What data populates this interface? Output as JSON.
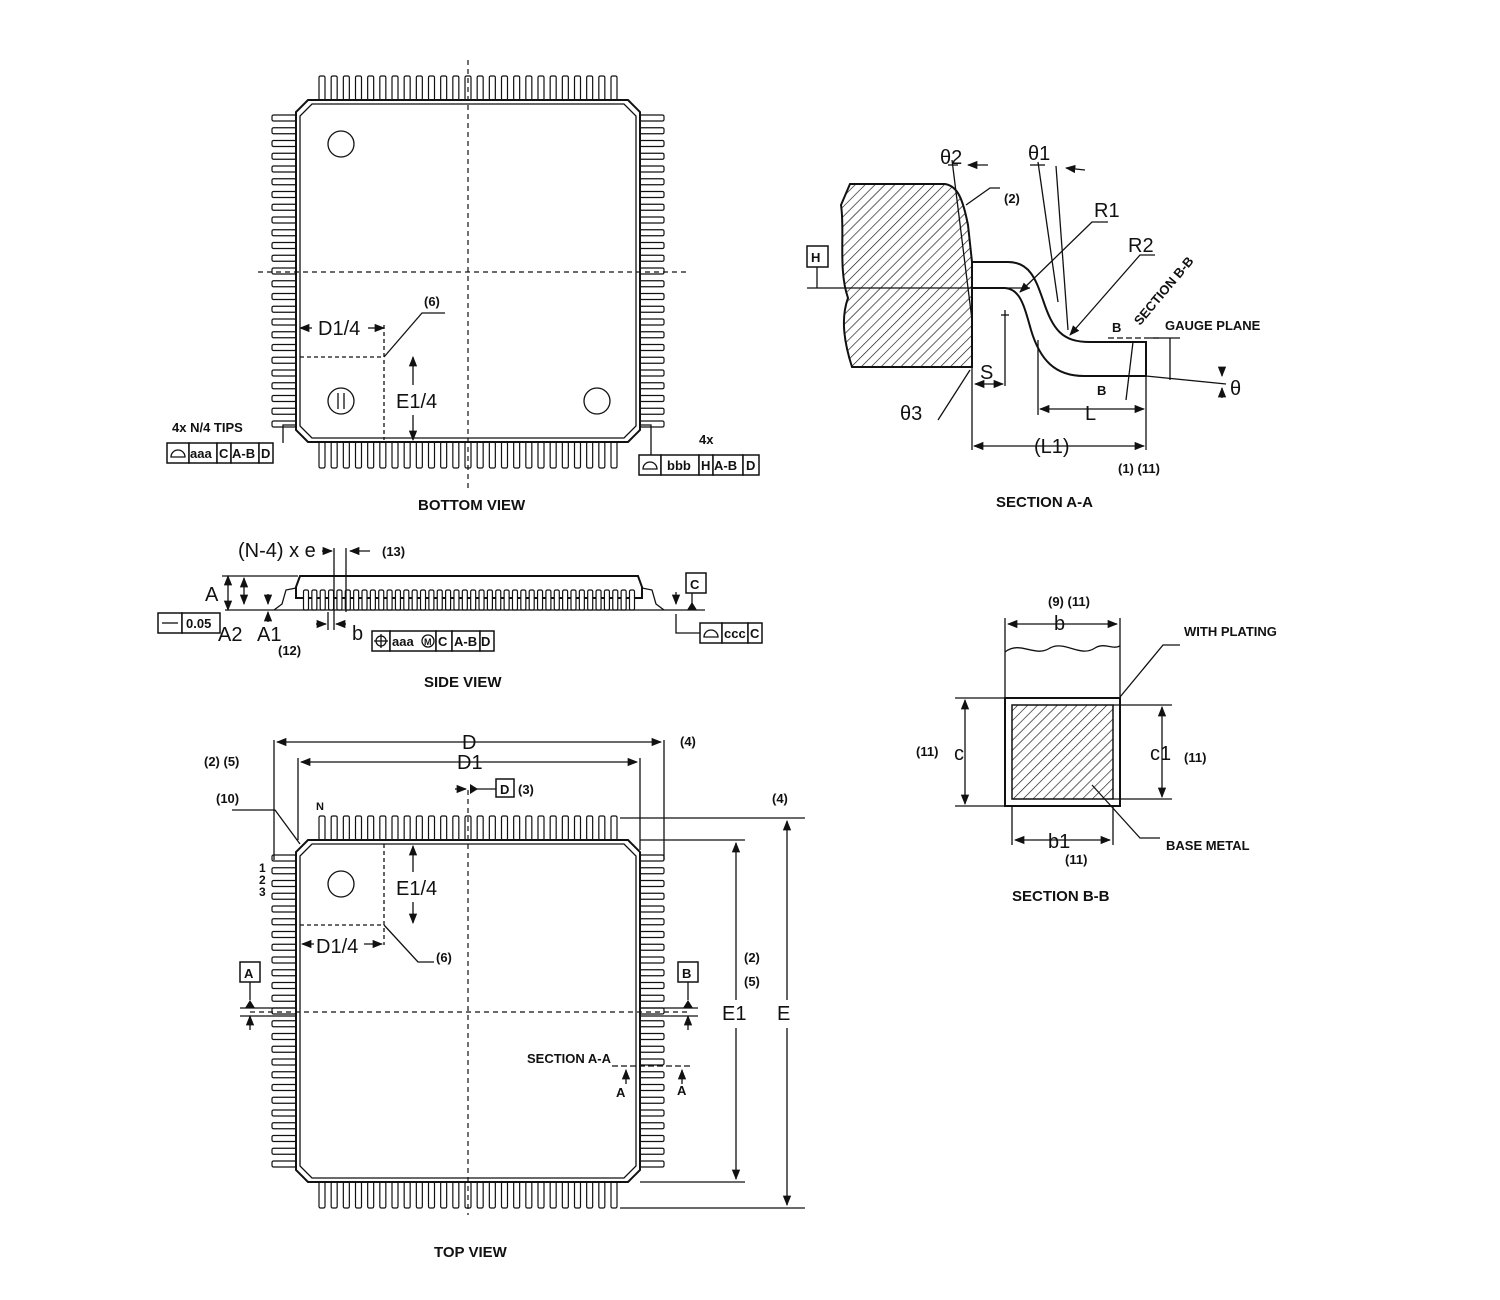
{
  "views": {
    "bottom": "BOTTOM VIEW",
    "section_aa": "SECTION A-A",
    "side": "SIDE VIEW",
    "section_bb": "SECTION B-B",
    "top": "TOP VIEW"
  },
  "bottom_view": {
    "d1_quarter": "D1/4",
    "e1_quarter": "E1/4",
    "note6": "(6)",
    "tips": "4x N/4 TIPS",
    "fcf_left": [
      "aaa",
      "C",
      "A-B",
      "D"
    ],
    "fourx": "4x",
    "fcf_right": [
      "bbb",
      "H",
      "A-B",
      "D"
    ]
  },
  "section_aa": {
    "theta2": "θ2",
    "theta1": "θ1",
    "theta3": "θ3",
    "theta": "θ",
    "note2": "(2)",
    "r1": "R1",
    "r2": "R2",
    "datum_h": "H",
    "section_bb": "SECTION B-B",
    "gauge_plane": "GAUGE PLANE",
    "b_upper": "B",
    "b_lower": "B",
    "s": "S",
    "l": "L",
    "l1": "(L1)",
    "notes": "(1) (11)"
  },
  "side_view": {
    "pitch": "(N-4) x e",
    "note13": "(13)",
    "a": "A",
    "a2": "A2",
    "a1": "A1",
    "note12": "(12)",
    "b": "b",
    "flatness": "0.05",
    "fcf_position": [
      "aaa",
      "C",
      "A-B",
      "D"
    ],
    "datum_c": "C",
    "fcf_coplanar": [
      "ccc",
      "C"
    ]
  },
  "section_bb": {
    "notes_top": "(9) (11)",
    "b": "b",
    "with_plating": "WITH PLATING",
    "c": "c",
    "c_note": "(11)",
    "c1": "c1",
    "c1_note": "(11)",
    "b1": "b1",
    "b1_note": "(11)",
    "base_metal": "BASE METAL"
  },
  "top_view": {
    "d": "D",
    "d1": "D1",
    "note4_top": "(4)",
    "note4_right": "(4)",
    "note2_5": "(2)  (5)",
    "note10": "(10)",
    "datum_d": "D",
    "note3": "(3)",
    "pin_n": "N",
    "pin_labels": [
      "1",
      "2",
      "3"
    ],
    "e1_quarter": "E1/4",
    "d1_quarter": "D1/4",
    "note6": "(6)",
    "datum_a": "A",
    "datum_b": "B",
    "note2": "(2)",
    "note5": "(5)",
    "e1": "E1",
    "e": "E",
    "section_aa": "SECTION A-A",
    "arrow_a_left": "A",
    "arrow_a_right": "A"
  }
}
